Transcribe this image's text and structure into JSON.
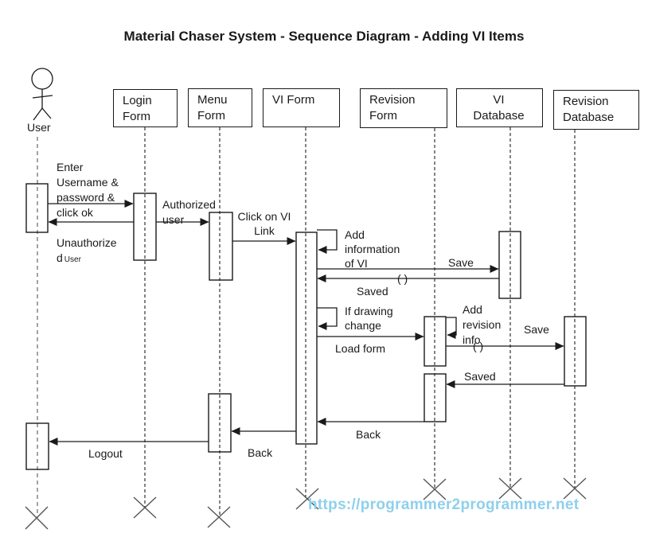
{
  "title": "Material Chaser System - Sequence Diagram - Adding VI Items",
  "actor": {
    "label": "User"
  },
  "participants": {
    "login_form": "Login\nForm",
    "menu_form": "Menu\nForm",
    "vi_form": "VI Form",
    "revision_form": "Revision\nForm",
    "vi_database": "VI\nDatabase",
    "revision_database": "Revision\nDatabase"
  },
  "messages": {
    "enter_credentials": "Enter\nUsername &\npassword &\nclick ok",
    "unauthorized_line1": "Unauthorize",
    "unauthorized_line2": "d",
    "unauthorized_line2_small": "User",
    "authorized_user": "Authorized\nuser",
    "click_vi_link": "Click on VI\nLink",
    "add_information": "Add\ninformation\nof VI",
    "save_vi": "Save",
    "parens_vi": "( )",
    "saved_vi": "Saved",
    "if_drawing_change": "If drawing\nchange",
    "load_form": "Load form",
    "add_revision_info": "Add\nrevision\ninfo",
    "parens_revision": "( )",
    "save_revision": "Save",
    "saved_revision": "Saved",
    "back_to_vi": "Back",
    "back_to_menu": "Back",
    "logout": "Logout"
  },
  "watermark": {
    "text": "https://programmer2programmer.net",
    "color": "#8ed0ec"
  },
  "colors": {
    "line": "#1a1a1a",
    "destroy_x": "#555555",
    "background": "#ffffff"
  }
}
